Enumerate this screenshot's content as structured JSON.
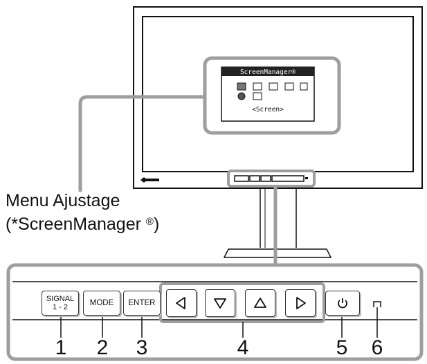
{
  "caption": {
    "line1": "Menu Ajustage",
    "line2": "(*ScreenManager ",
    "line2_sup": "®",
    "line2_close": ")"
  },
  "osd": {
    "title": "ScreenManager®",
    "subtitle": "<Screen>"
  },
  "buttons": {
    "signal_line1": "SIGNAL",
    "signal_line2": "1 - 2",
    "mode": "MODE",
    "enter": "ENTER",
    "left_icon": "left-triangle-icon",
    "down_icon": "down-triangle-icon",
    "up_icon": "up-triangle-icon",
    "right_icon": "right-triangle-icon",
    "power_icon": "power-icon",
    "led_icon": "power-led-indicator"
  },
  "numbers": {
    "n1": "1",
    "n2": "2",
    "n3": "3",
    "n4": "4",
    "n5": "5",
    "n6": "6"
  },
  "colors": {
    "highlight_frame": "#9e9e9e",
    "line": "#111111",
    "osd_title_bar": "#222222"
  }
}
